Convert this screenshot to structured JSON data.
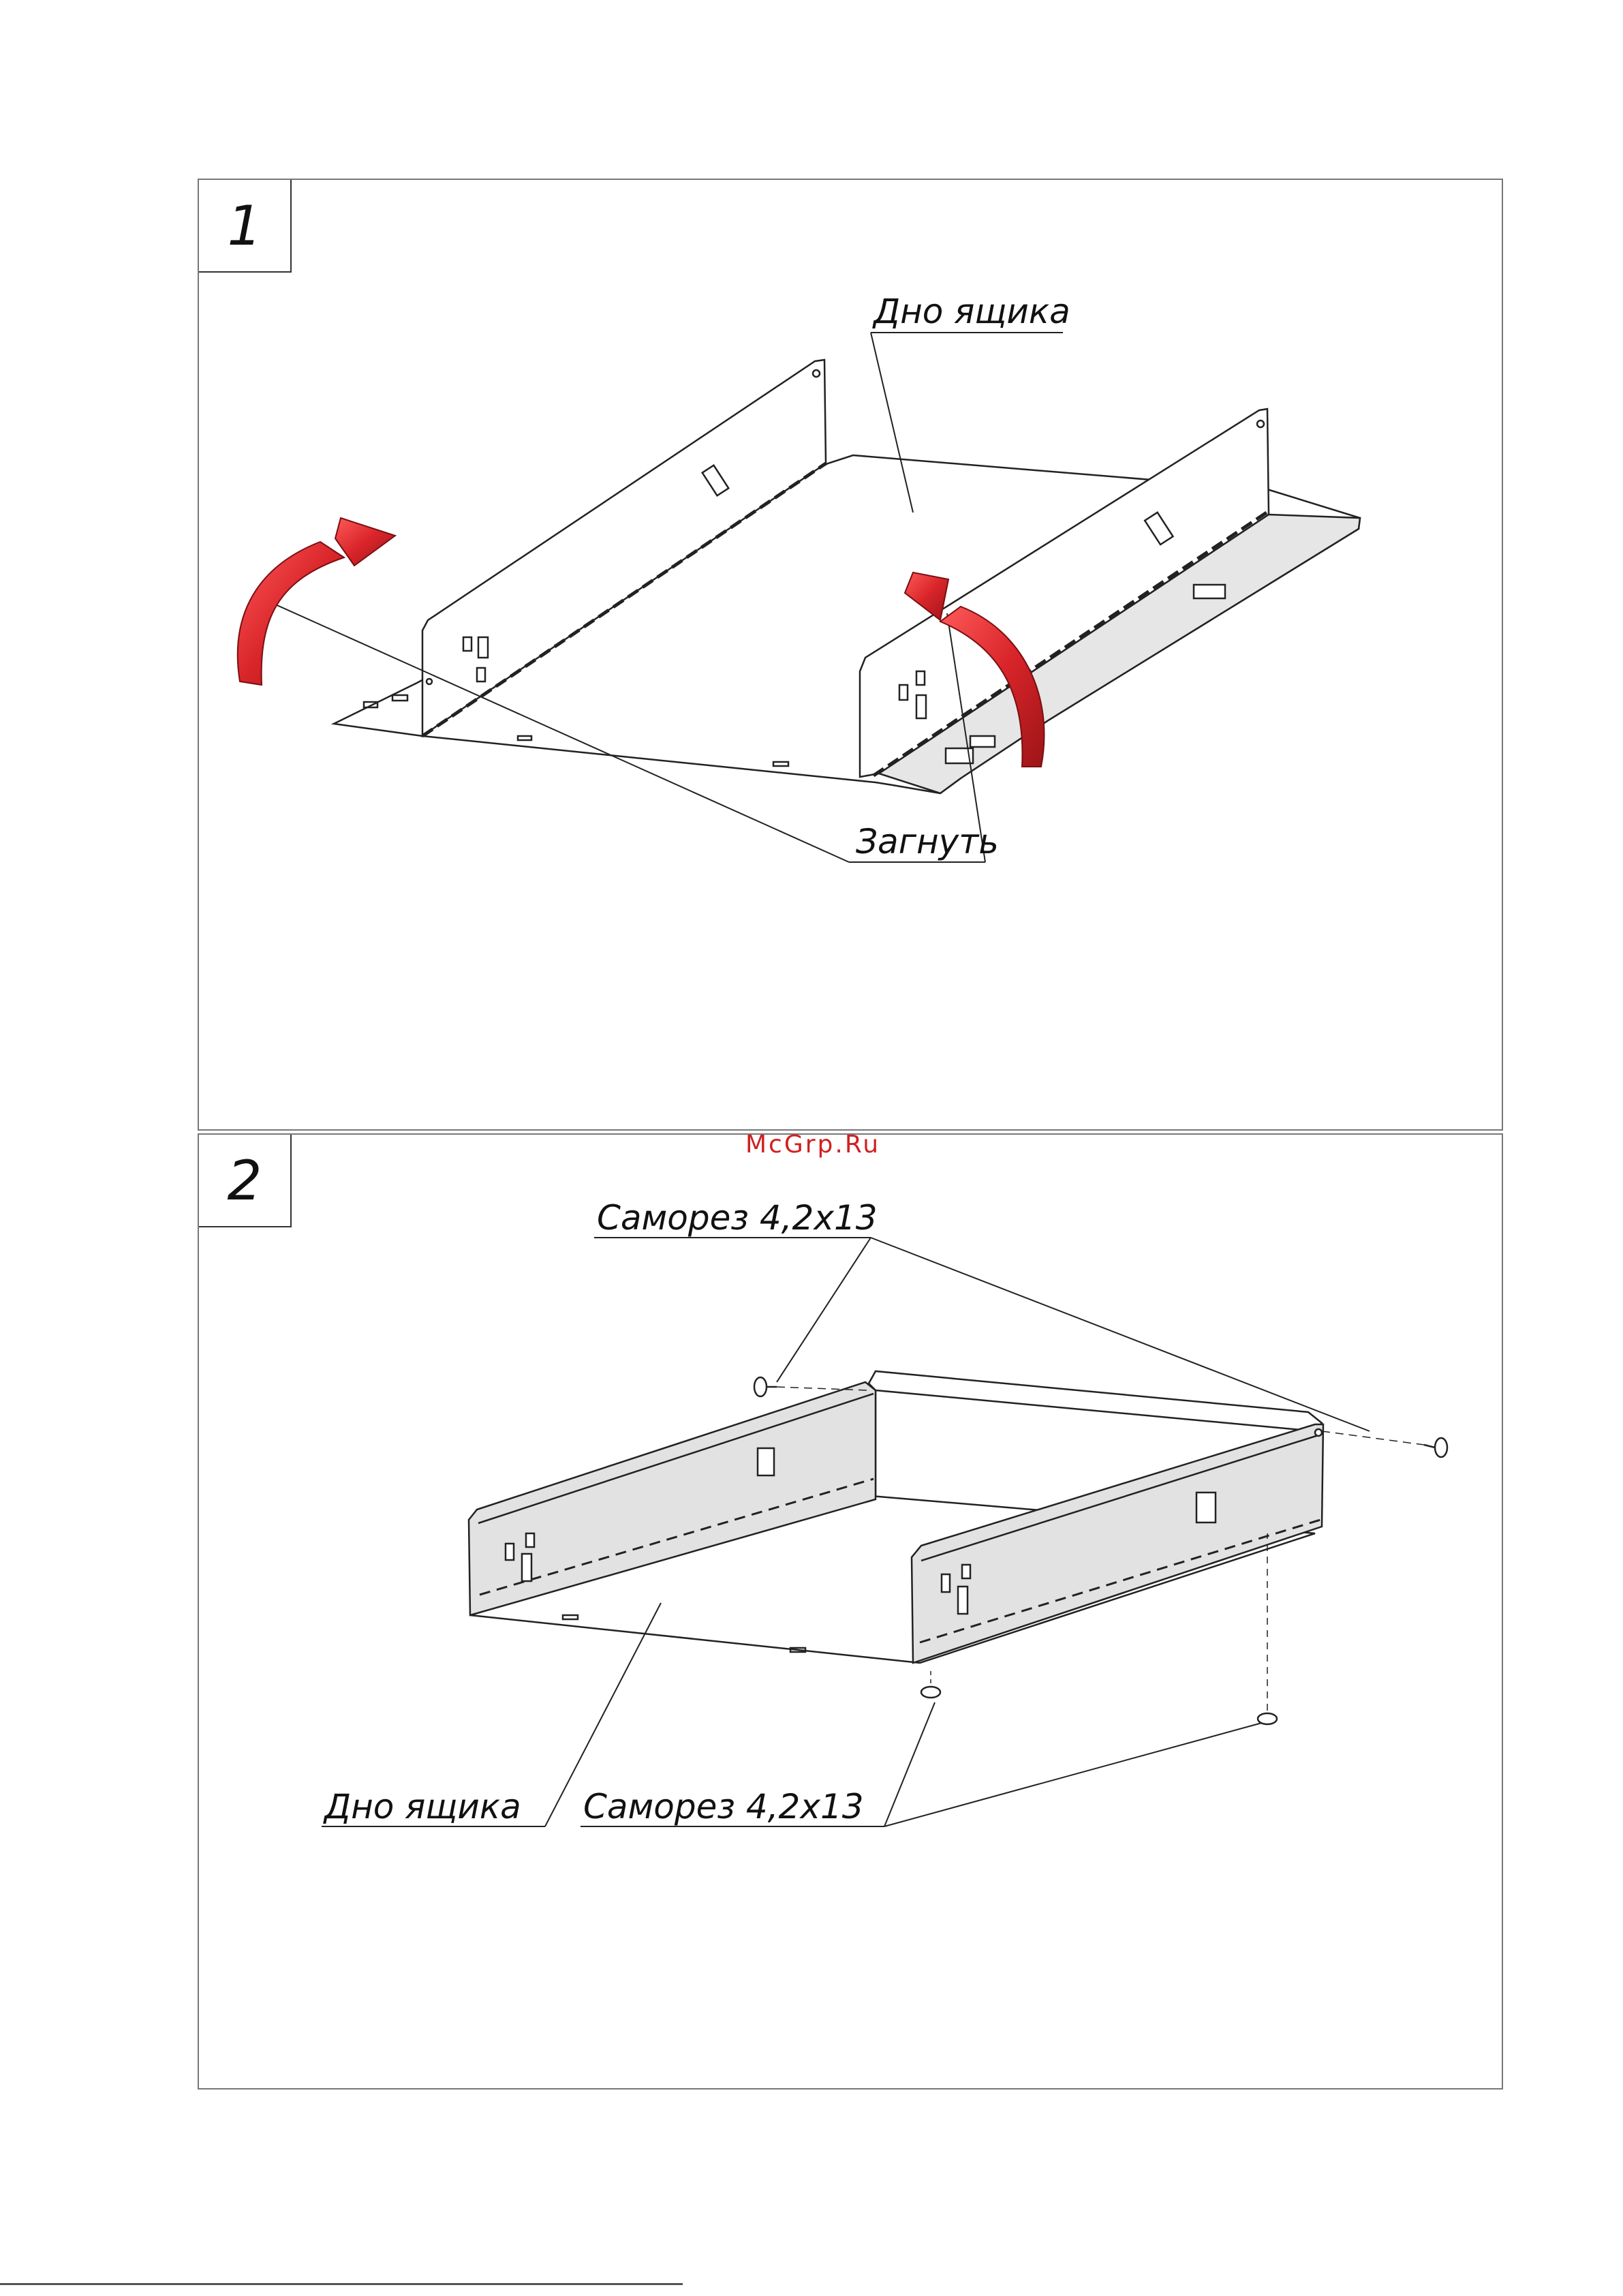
{
  "steps": [
    {
      "number": "1",
      "labels": {
        "bottom": "Дно ящика",
        "fold": "Загнуть"
      }
    },
    {
      "number": "2",
      "labels": {
        "screw_top": "Саморез 4,2x13",
        "bottom": "Дно ящика",
        "screw_bottom": "Саморез 4,2x13"
      }
    }
  ],
  "watermark": "McGrp.Ru",
  "colors": {
    "arrow": "#d9252a",
    "arrow_dark": "#9c1418",
    "line": "#222222",
    "panel_fill": "#e2e2e2",
    "frame": "#777777"
  }
}
